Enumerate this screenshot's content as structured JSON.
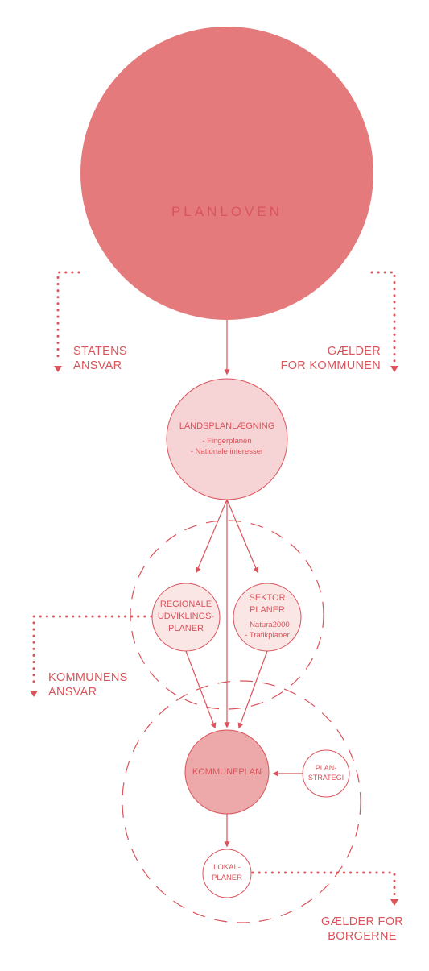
{
  "main_circle": {
    "title": "PLANLOVEN"
  },
  "labels": {
    "statens_ansvar": [
      "STATENS",
      "ANSVAR"
    ],
    "gaelder_kommunen": [
      "GÆLDER",
      "FOR KOMMUNEN"
    ],
    "kommunens_ansvar": [
      "KOMMUNENS",
      "ANSVAR"
    ],
    "gaelder_borgerne": [
      "GÆLDER FOR",
      "BORGERNE"
    ]
  },
  "nodes": {
    "landsplan": {
      "title": "LANDSPLANLÆGNING",
      "items": [
        "- Fingerplanen",
        "- Nationale interesser"
      ]
    },
    "regionale": {
      "title": [
        "REGIONALE",
        "UDVIKLINGS-",
        "PLANER"
      ]
    },
    "sektor": {
      "title": [
        "SEKTOR",
        "PLANER"
      ],
      "items": [
        "- Natura2000",
        "- Trafikplaner"
      ]
    },
    "kommuneplan": {
      "title": "KOMMUNEPLAN"
    },
    "planstrategi": {
      "title": [
        "PLAN-",
        "STRATEGI"
      ]
    },
    "lokalplaner": {
      "title": [
        "LOKAL-",
        "PLANER"
      ]
    }
  },
  "colors": {
    "accent": "#d9545b",
    "main_fill": "#e57a7d",
    "landsplan_fill": "#f6d3d4",
    "light_fill": "#fbe6e6",
    "kommuneplan_fill": "#eda9aa"
  }
}
